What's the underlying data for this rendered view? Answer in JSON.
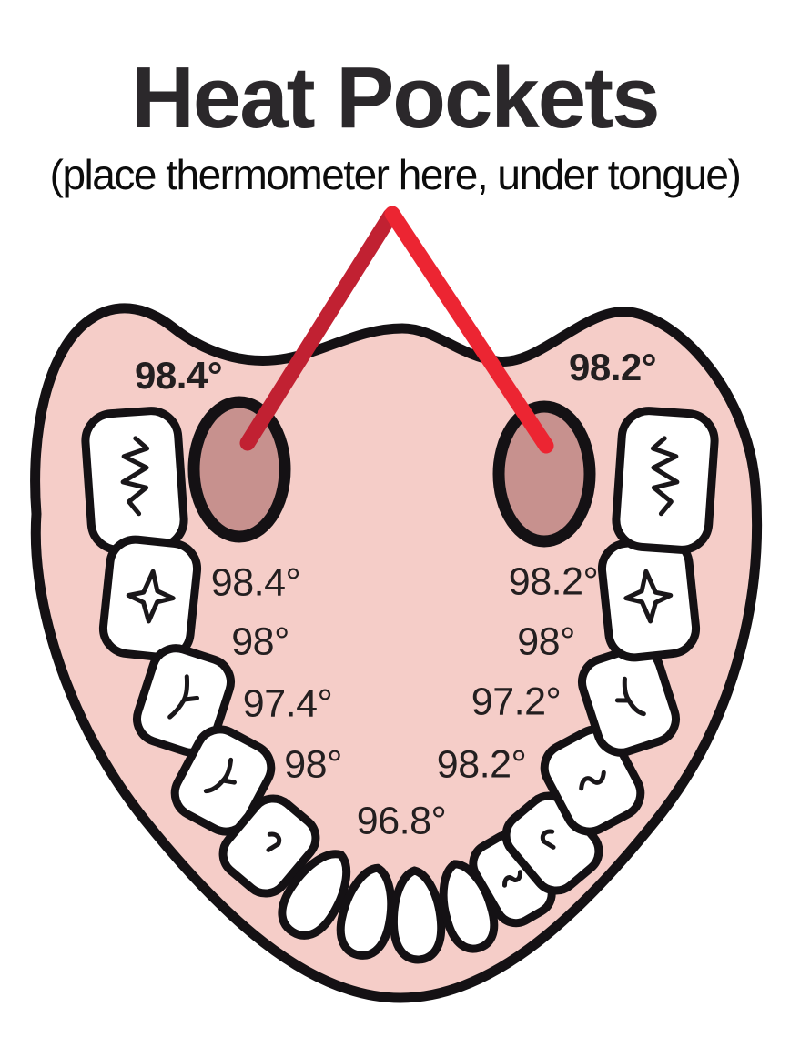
{
  "header": {
    "title": "Heat Pockets",
    "subtitle": "(place thermometer here, under tongue)"
  },
  "diagram": {
    "heat_pockets": [
      {
        "side": "left",
        "temperature": "98.4°"
      },
      {
        "side": "right",
        "temperature": "98.2°"
      }
    ],
    "temperature_labels": [
      {
        "id": "pocket-left",
        "text": "98.4°",
        "emphasis": "bold"
      },
      {
        "id": "pocket-right",
        "text": "98.2°",
        "emphasis": "bold"
      },
      {
        "id": "left-row-1",
        "text": "98.4°",
        "emphasis": "regular"
      },
      {
        "id": "right-row-1",
        "text": "98.2°",
        "emphasis": "regular"
      },
      {
        "id": "left-row-2",
        "text": "98°",
        "emphasis": "regular"
      },
      {
        "id": "right-row-2",
        "text": "98°",
        "emphasis": "regular"
      },
      {
        "id": "left-row-3",
        "text": "97.4°",
        "emphasis": "regular"
      },
      {
        "id": "right-row-3",
        "text": "97.2°",
        "emphasis": "regular"
      },
      {
        "id": "left-row-4",
        "text": "98°",
        "emphasis": "regular"
      },
      {
        "id": "right-row-4",
        "text": "98.2°",
        "emphasis": "regular"
      },
      {
        "id": "bottom-center",
        "text": "96.8°",
        "emphasis": "regular"
      }
    ],
    "colors": {
      "gum_pink": "#f5cdc8",
      "pocket_mauve": "#c7918e",
      "outline_black": "#141114",
      "pointer_red_dark": "#c12132",
      "pointer_red_bright": "#ec2532",
      "tooth_white": "#ffffff",
      "text_color": "#231f20"
    }
  }
}
